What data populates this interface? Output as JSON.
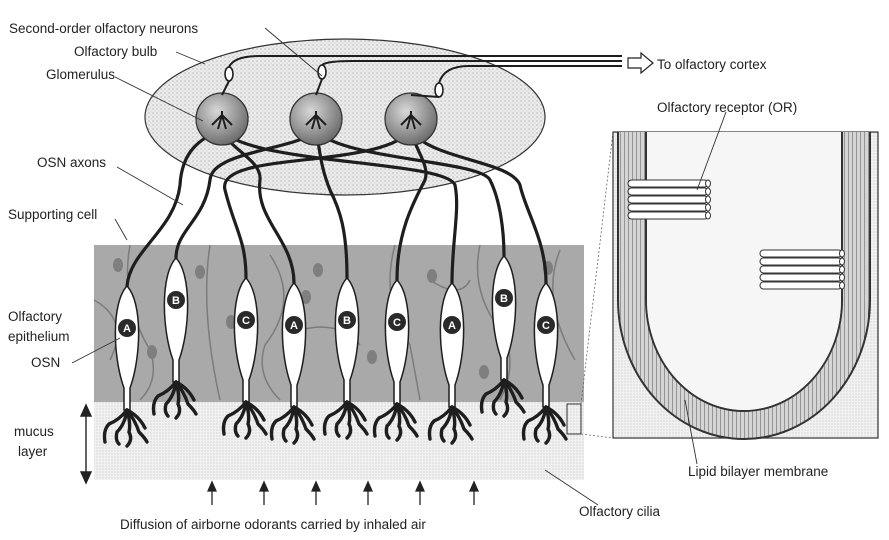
{
  "labels": {
    "second_order": "Second-order olfactory neurons",
    "bulb": "Olfactory bulb",
    "glomerulus": "Glomerulus",
    "to_cortex": "To olfactory cortex",
    "osn_axons": "OSN axons",
    "supporting_cell": "Supporting cell",
    "epithelium_1": "Olfactory",
    "epithelium_2": "epithelium",
    "osn": "OSN",
    "mucus_1": "mucus",
    "mucus_2": "layer",
    "receptor": "Olfactory receptor (OR)",
    "bilayer": "Lipid bilayer membrane",
    "cilia": "Olfactory cilia",
    "diffusion": "Diffusion of airborne odorants carried by inhaled air"
  },
  "cells": [
    {
      "type": "A"
    },
    {
      "type": "B"
    },
    {
      "type": "C"
    },
    {
      "type": "A"
    },
    {
      "type": "B"
    },
    {
      "type": "C"
    },
    {
      "type": "A"
    },
    {
      "type": "B"
    },
    {
      "type": "C"
    }
  ],
  "colors": {
    "epithelium": "#a9a9a9",
    "bulb": "#e6e6e6",
    "glomerulus": "#9a9a9a",
    "mucus": "#e9e9e9",
    "ink": "#1e1e1e"
  }
}
